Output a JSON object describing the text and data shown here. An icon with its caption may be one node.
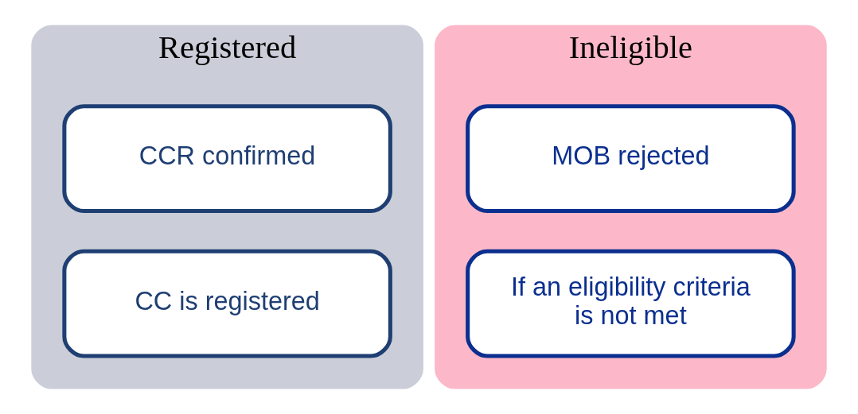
{
  "diagram": {
    "nodes": [
      {
        "text": [
          "Registered"
        ]
      },
      {
        "text": [
          "CCR confirmed"
        ],
        "in": 0
      },
      {
        "text": [
          "CC is registered"
        ],
        "in": 0
      },
      {
        "text": [
          "Ineligible"
        ]
      },
      {
        "text": [
          "MOB rejected"
        ],
        "in": 3
      },
      {
        "text": [
          "If an eligibility criteria is not met"
        ],
        "in": 3
      }
    ]
  }
}
